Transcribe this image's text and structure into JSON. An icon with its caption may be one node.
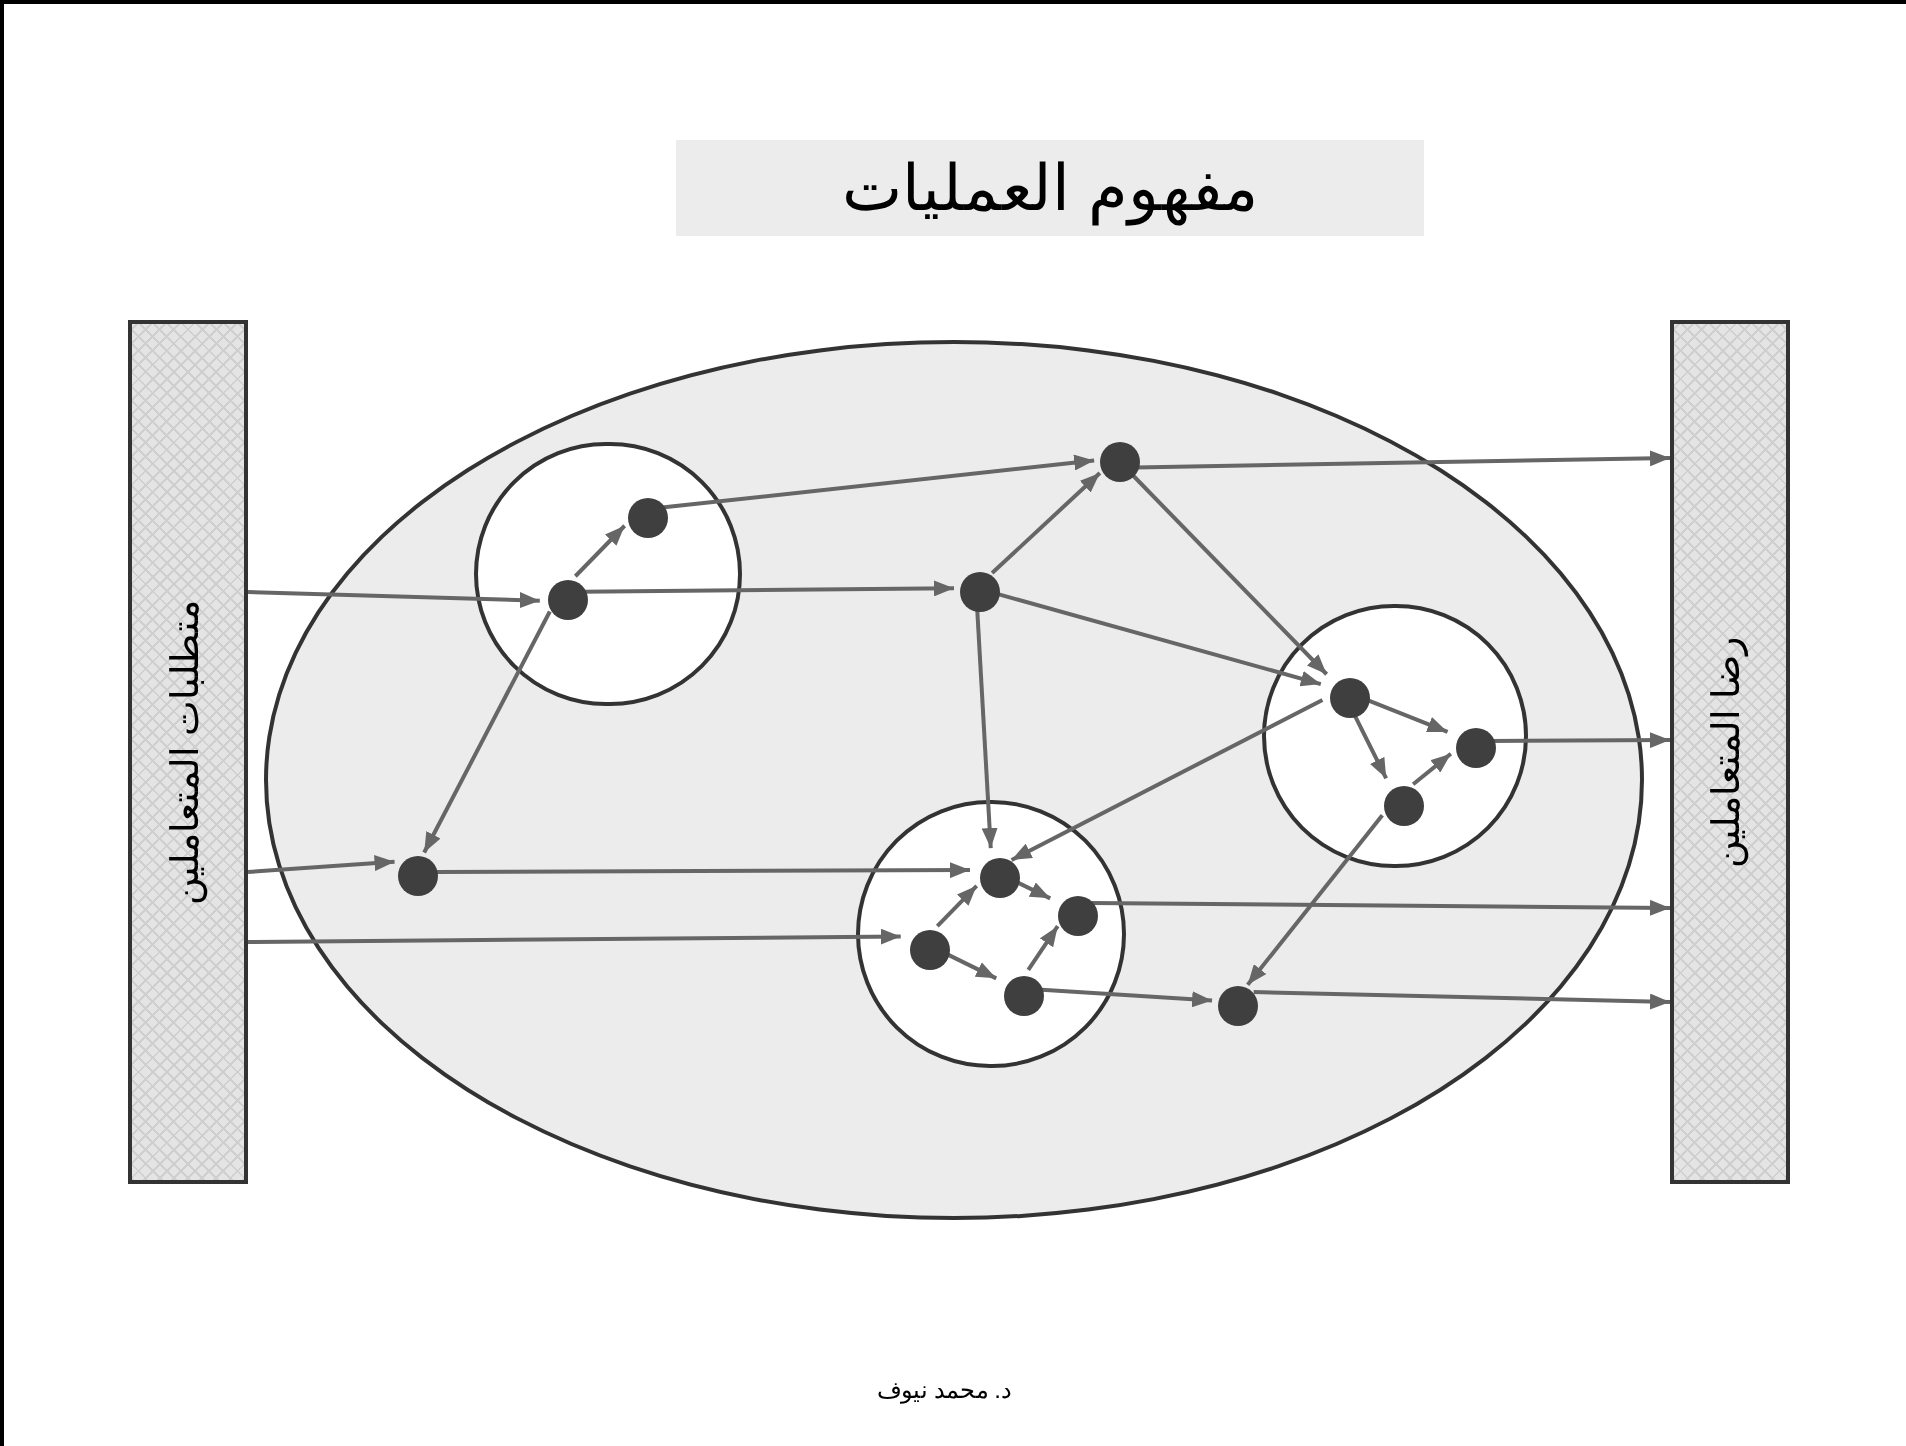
{
  "diagram": {
    "title": "مفهوم العمليات",
    "nodes": [
      {
        "text": [
          "متطلبات المتعاملين"
        ]
      },
      {
        "text": [
          "رضا المتعاملين"
        ]
      },
      {
        "text": [],
        "shape": "ellipse"
      },
      {
        "text": [],
        "shape": "circle",
        "in": 2
      },
      {
        "text": [],
        "shape": "circle",
        "in": 3
      },
      {
        "text": [],
        "shape": "circle",
        "in": 3
      },
      {
        "text": [],
        "shape": "circle",
        "in": 2
      },
      {
        "text": [],
        "shape": "circle",
        "in": 2
      },
      {
        "text": [],
        "shape": "circle",
        "in": 2
      },
      {
        "text": [],
        "shape": "circle",
        "in": 8
      },
      {
        "text": [],
        "shape": "circle",
        "in": 8
      },
      {
        "text": [],
        "shape": "circle",
        "in": 8
      },
      {
        "text": [],
        "shape": "circle",
        "in": 2
      },
      {
        "text": [],
        "shape": "circle",
        "in": 2
      },
      {
        "text": [],
        "shape": "circle",
        "in": 13
      },
      {
        "text": [],
        "shape": "circle",
        "in": 13
      },
      {
        "text": [],
        "shape": "circle",
        "in": 13
      },
      {
        "text": [],
        "shape": "circle",
        "in": 13
      },
      {
        "text": [],
        "shape": "circle",
        "in": 2
      }
    ],
    "edges": [
      {
        "from": 0,
        "to": 5,
        "arrow": "to"
      },
      {
        "from": 5,
        "to": 4,
        "arrow": "to"
      },
      {
        "from": 5,
        "to": 12,
        "arrow": "to"
      },
      {
        "from": 4,
        "to": 6,
        "arrow": "to"
      },
      {
        "from": 5,
        "to": 7,
        "arrow": "to"
      },
      {
        "from": 7,
        "to": 6,
        "arrow": "to"
      },
      {
        "from": 6,
        "to": 1,
        "arrow": "to"
      },
      {
        "from": 6,
        "to": 9,
        "arrow": "to"
      },
      {
        "from": 7,
        "to": 9,
        "arrow": "to"
      },
      {
        "from": 7,
        "to": 14,
        "arrow": "to"
      },
      {
        "from": 9,
        "to": 14,
        "arrow": "to"
      },
      {
        "from": 9,
        "to": 10,
        "arrow": "to"
      },
      {
        "from": 9,
        "to": 11,
        "arrow": "to"
      },
      {
        "from": 11,
        "to": 10,
        "arrow": "to"
      },
      {
        "from": 10,
        "to": 1,
        "arrow": "to"
      },
      {
        "from": 0,
        "to": 12,
        "arrow": "to"
      },
      {
        "from": 12,
        "to": 14,
        "arrow": "to"
      },
      {
        "from": 0,
        "to": 16,
        "arrow": "to"
      },
      {
        "from": 16,
        "to": 14,
        "arrow": "to"
      },
      {
        "from": 14,
        "to": 15,
        "arrow": "to"
      },
      {
        "from": 16,
        "to": 17,
        "arrow": "to"
      },
      {
        "from": 17,
        "to": 15,
        "arrow": "to"
      },
      {
        "from": 15,
        "to": 1,
        "arrow": "to"
      },
      {
        "from": 11,
        "to": 18,
        "arrow": "to"
      },
      {
        "from": 17,
        "to": 18,
        "arrow": "to"
      },
      {
        "from": 18,
        "to": 1,
        "arrow": "to"
      }
    ],
    "labels": [
      "د. محمد نيوف"
    ]
  }
}
